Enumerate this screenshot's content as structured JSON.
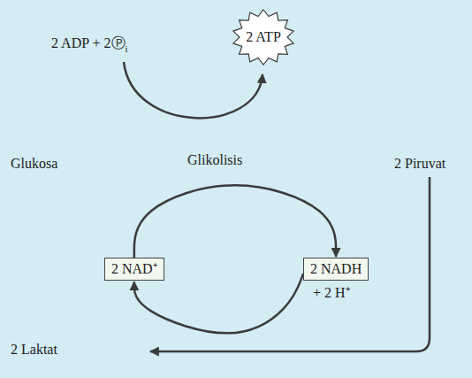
{
  "diagram": {
    "nodes": [
      {
        "text": [
          "2 ATP"
        ]
      },
      {
        "text": [
          "2 NAD⁺"
        ]
      },
      {
        "text": [
          "2 NADH"
        ]
      }
    ],
    "edges": [
      {
        "from": 1,
        "to": 2,
        "arrow": "to"
      },
      {
        "from": 2,
        "to": 1,
        "arrow": "to"
      }
    ],
    "labels": [
      "2 ADP + 2Ⓟ",
      "i",
      "Glukosa",
      "Glikolisis",
      "2 Piruvat",
      "+ 2 H⁺",
      "2 Laktat"
    ]
  }
}
